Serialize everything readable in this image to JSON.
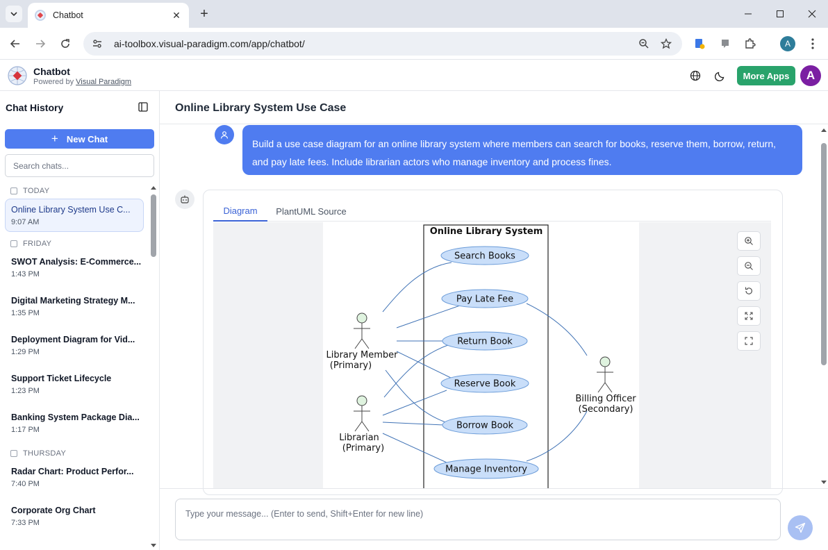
{
  "browser": {
    "tab_title": "Chatbot",
    "url": "ai-toolbox.visual-paradigm.com/app/chatbot/",
    "profile_initial": "A"
  },
  "app": {
    "title": "Chatbot",
    "powered_prefix": "Powered by",
    "powered_link": "Visual Paradigm",
    "more_apps": "More Apps",
    "user_initial": "A"
  },
  "sidebar": {
    "title": "Chat History",
    "new_chat": "New Chat",
    "search_placeholder": "Search chats...",
    "groups": [
      {
        "label": "TODAY",
        "items": [
          {
            "title": "Online Library System Use C...",
            "time": "9:07 AM",
            "active": true
          }
        ]
      },
      {
        "label": "FRIDAY",
        "items": [
          {
            "title": "SWOT Analysis: E-Commerce...",
            "time": "1:43 PM"
          },
          {
            "title": "Digital Marketing Strategy M...",
            "time": "1:35 PM"
          },
          {
            "title": "Deployment Diagram for Vid...",
            "time": "1:29 PM"
          },
          {
            "title": "Support Ticket Lifecycle",
            "time": "1:23 PM"
          },
          {
            "title": "Banking System Package Dia...",
            "time": "1:17 PM"
          }
        ]
      },
      {
        "label": "THURSDAY",
        "items": [
          {
            "title": "Radar Chart: Product Perfor...",
            "time": "7:40 PM"
          },
          {
            "title": "Corporate Org Chart",
            "time": "7:33 PM"
          }
        ]
      }
    ]
  },
  "main": {
    "title": "Online Library System Use Case",
    "user_message": "Build a use case diagram for an online library system where members can search for books, reserve them, borrow, return, and pay late fees. Include librarian actors who manage inventory and process fines.",
    "tabs": [
      "Diagram",
      "PlantUML Source"
    ],
    "active_tab": "Diagram",
    "composer_placeholder": "Type your message... (Enter to send, Shift+Enter for new line)"
  },
  "diagram": {
    "system_name": "Online Library System",
    "actors": [
      {
        "id": "member",
        "name": "Library Member",
        "role": "(Primary)"
      },
      {
        "id": "librarian",
        "name": "Librarian",
        "role": "(Primary)"
      },
      {
        "id": "billing",
        "name": "Billing Officer",
        "role": "(Secondary)"
      }
    ],
    "use_cases": [
      {
        "id": "search",
        "name": "Search Books"
      },
      {
        "id": "fee",
        "name": "Pay Late Fee"
      },
      {
        "id": "return",
        "name": "Return Book"
      },
      {
        "id": "reserve",
        "name": "Reserve Book"
      },
      {
        "id": "borrow",
        "name": "Borrow Book"
      },
      {
        "id": "inventory",
        "name": "Manage Inventory"
      }
    ],
    "associations": [
      [
        "member",
        "search"
      ],
      [
        "member",
        "fee"
      ],
      [
        "member",
        "return"
      ],
      [
        "member",
        "reserve"
      ],
      [
        "member",
        "borrow"
      ],
      [
        "librarian",
        "return"
      ],
      [
        "librarian",
        "reserve"
      ],
      [
        "librarian",
        "borrow"
      ],
      [
        "librarian",
        "inventory"
      ],
      [
        "billing",
        "fee"
      ],
      [
        "billing",
        "inventory"
      ]
    ],
    "zoom_controls": [
      "zoom-in",
      "zoom-out",
      "reset",
      "fit",
      "fullscreen"
    ]
  },
  "colors": {
    "accent": "#4f7cf0",
    "more_apps": "#29a36b",
    "usecase_fill": "#c9def9",
    "usecase_stroke": "#6a9bd8",
    "actor_fill": "#dff3df"
  }
}
